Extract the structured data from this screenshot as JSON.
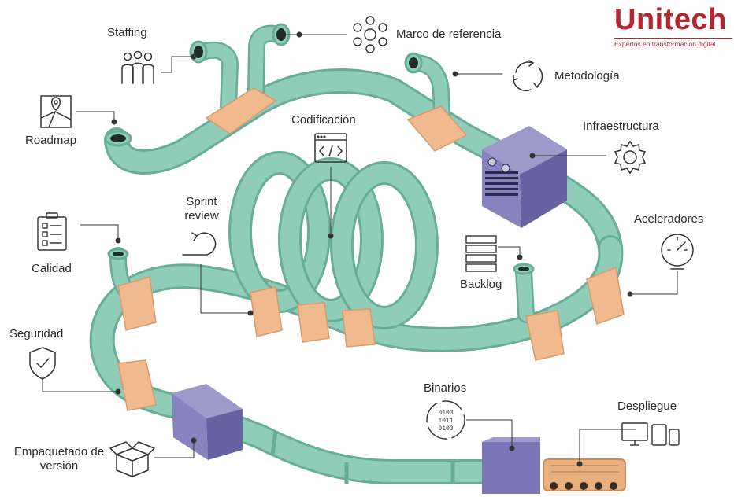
{
  "brand": {
    "name": "Unitech",
    "tagline": "Expertos en transformación digital",
    "color": "#b5262f"
  },
  "colors": {
    "pipe": "#8fcdb9",
    "pipe_shadow": "#67ad98",
    "coupling": "#f1b98e",
    "box": "#8683be",
    "box_dark": "#6763a3",
    "conveyor": "#e9b07f",
    "line": "#333333"
  },
  "labels": {
    "staffing": "Staffing",
    "marco": "Marco de referencia",
    "metodologia": "Metodología",
    "roadmap": "Roadmap",
    "codificacion": "Codificación",
    "infraestructura": "Infraestructura",
    "sprint_review": [
      "Sprint",
      "review"
    ],
    "aceleradores": "Aceleradores",
    "calidad": "Calidad",
    "backlog": "Backlog",
    "seguridad": "Seguridad",
    "binarios": "Binarios",
    "despliegue": "Despliegue",
    "empaquetado": [
      "Empaquetado de",
      "versión"
    ]
  },
  "binary_text": [
    "0100",
    "1011",
    "0100"
  ],
  "icons": [
    "people-icon",
    "network-icon",
    "cycle-icon",
    "map-icon",
    "code-window-icon",
    "gear-icon",
    "loop-arrow-icon",
    "gauge-icon",
    "checklist-icon",
    "backlog-stack-icon",
    "shield-check-icon",
    "binary-cycle-icon",
    "devices-icon",
    "open-box-icon"
  ]
}
